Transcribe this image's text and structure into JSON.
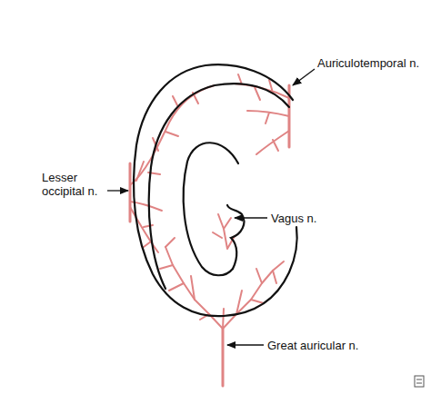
{
  "diagram": {
    "labels": [
      "Auriculotemporal n.",
      "Lesser occipital n.",
      "Vagus n.",
      "Great auricular n."
    ]
  }
}
